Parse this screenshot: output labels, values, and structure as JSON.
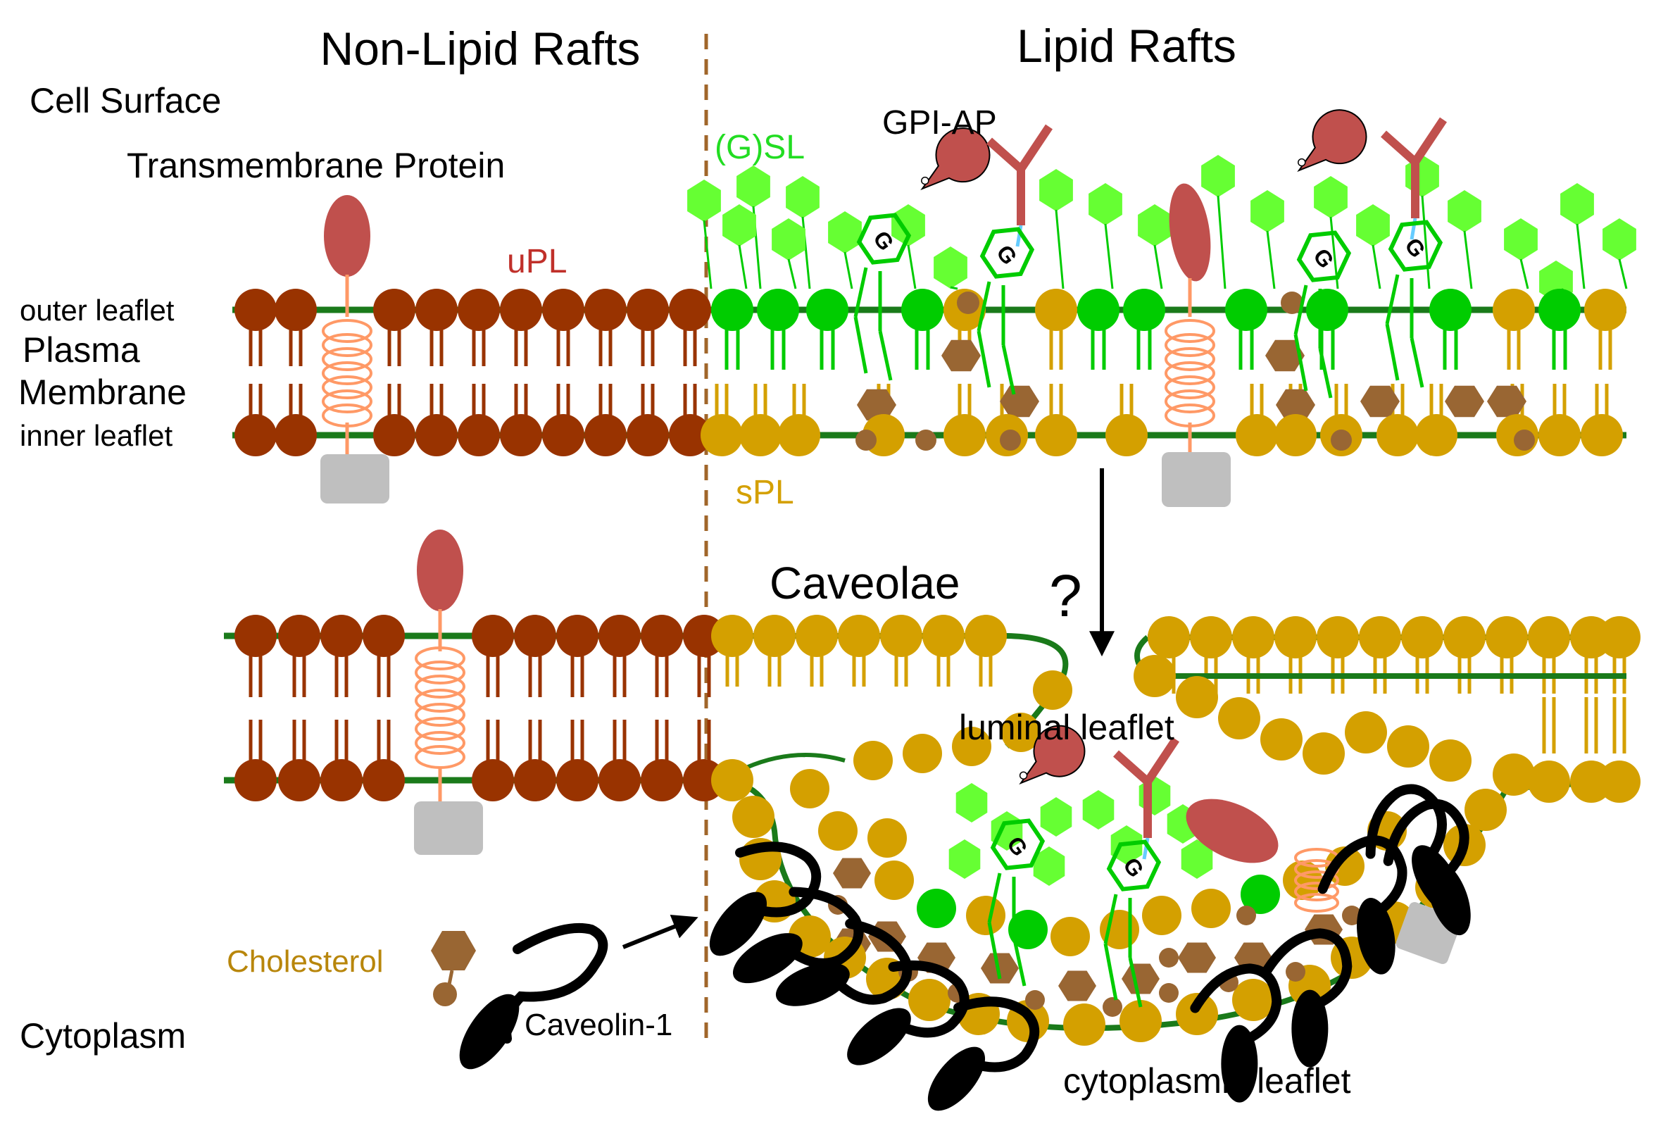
{
  "headings": {
    "non_lipid_rafts": "Non-Lipid Rafts",
    "lipid_rafts": "Lipid Rafts"
  },
  "labels": {
    "cell_surface": "Cell Surface",
    "transmembrane_protein": "Transmembrane Protein",
    "gsl": "(G)SL",
    "gpi_ap": "GPI-AP",
    "upl": "uPL",
    "outer_leaflet": "outer leaflet",
    "plasma": "Plasma",
    "membrane": "Membrane",
    "inner_leaflet": "inner leaflet",
    "spl": "sPL",
    "caveolae": "Caveolae",
    "question": "?",
    "luminal_leaflet": "luminal leaflet",
    "cholesterol": "Cholesterol",
    "caveolin": "Caveolin-1",
    "cytoplasm": "Cytoplasm",
    "cytoplasmic_leaflet": "cytoplasmic leaflet",
    "gpi_glyph": "G"
  },
  "colors": {
    "upl": "#993300",
    "spl": "#d4a000",
    "gsl": "#00cc00",
    "gsl_light": "#66ff33",
    "membrane_line": "#1a7a1a",
    "protein": "#c0504d",
    "helix": "#ff9966",
    "cholesterol": "#996633",
    "caveolin": "#000000",
    "label_gold": "#b8860b",
    "gray_box": "#bfbfbf"
  }
}
